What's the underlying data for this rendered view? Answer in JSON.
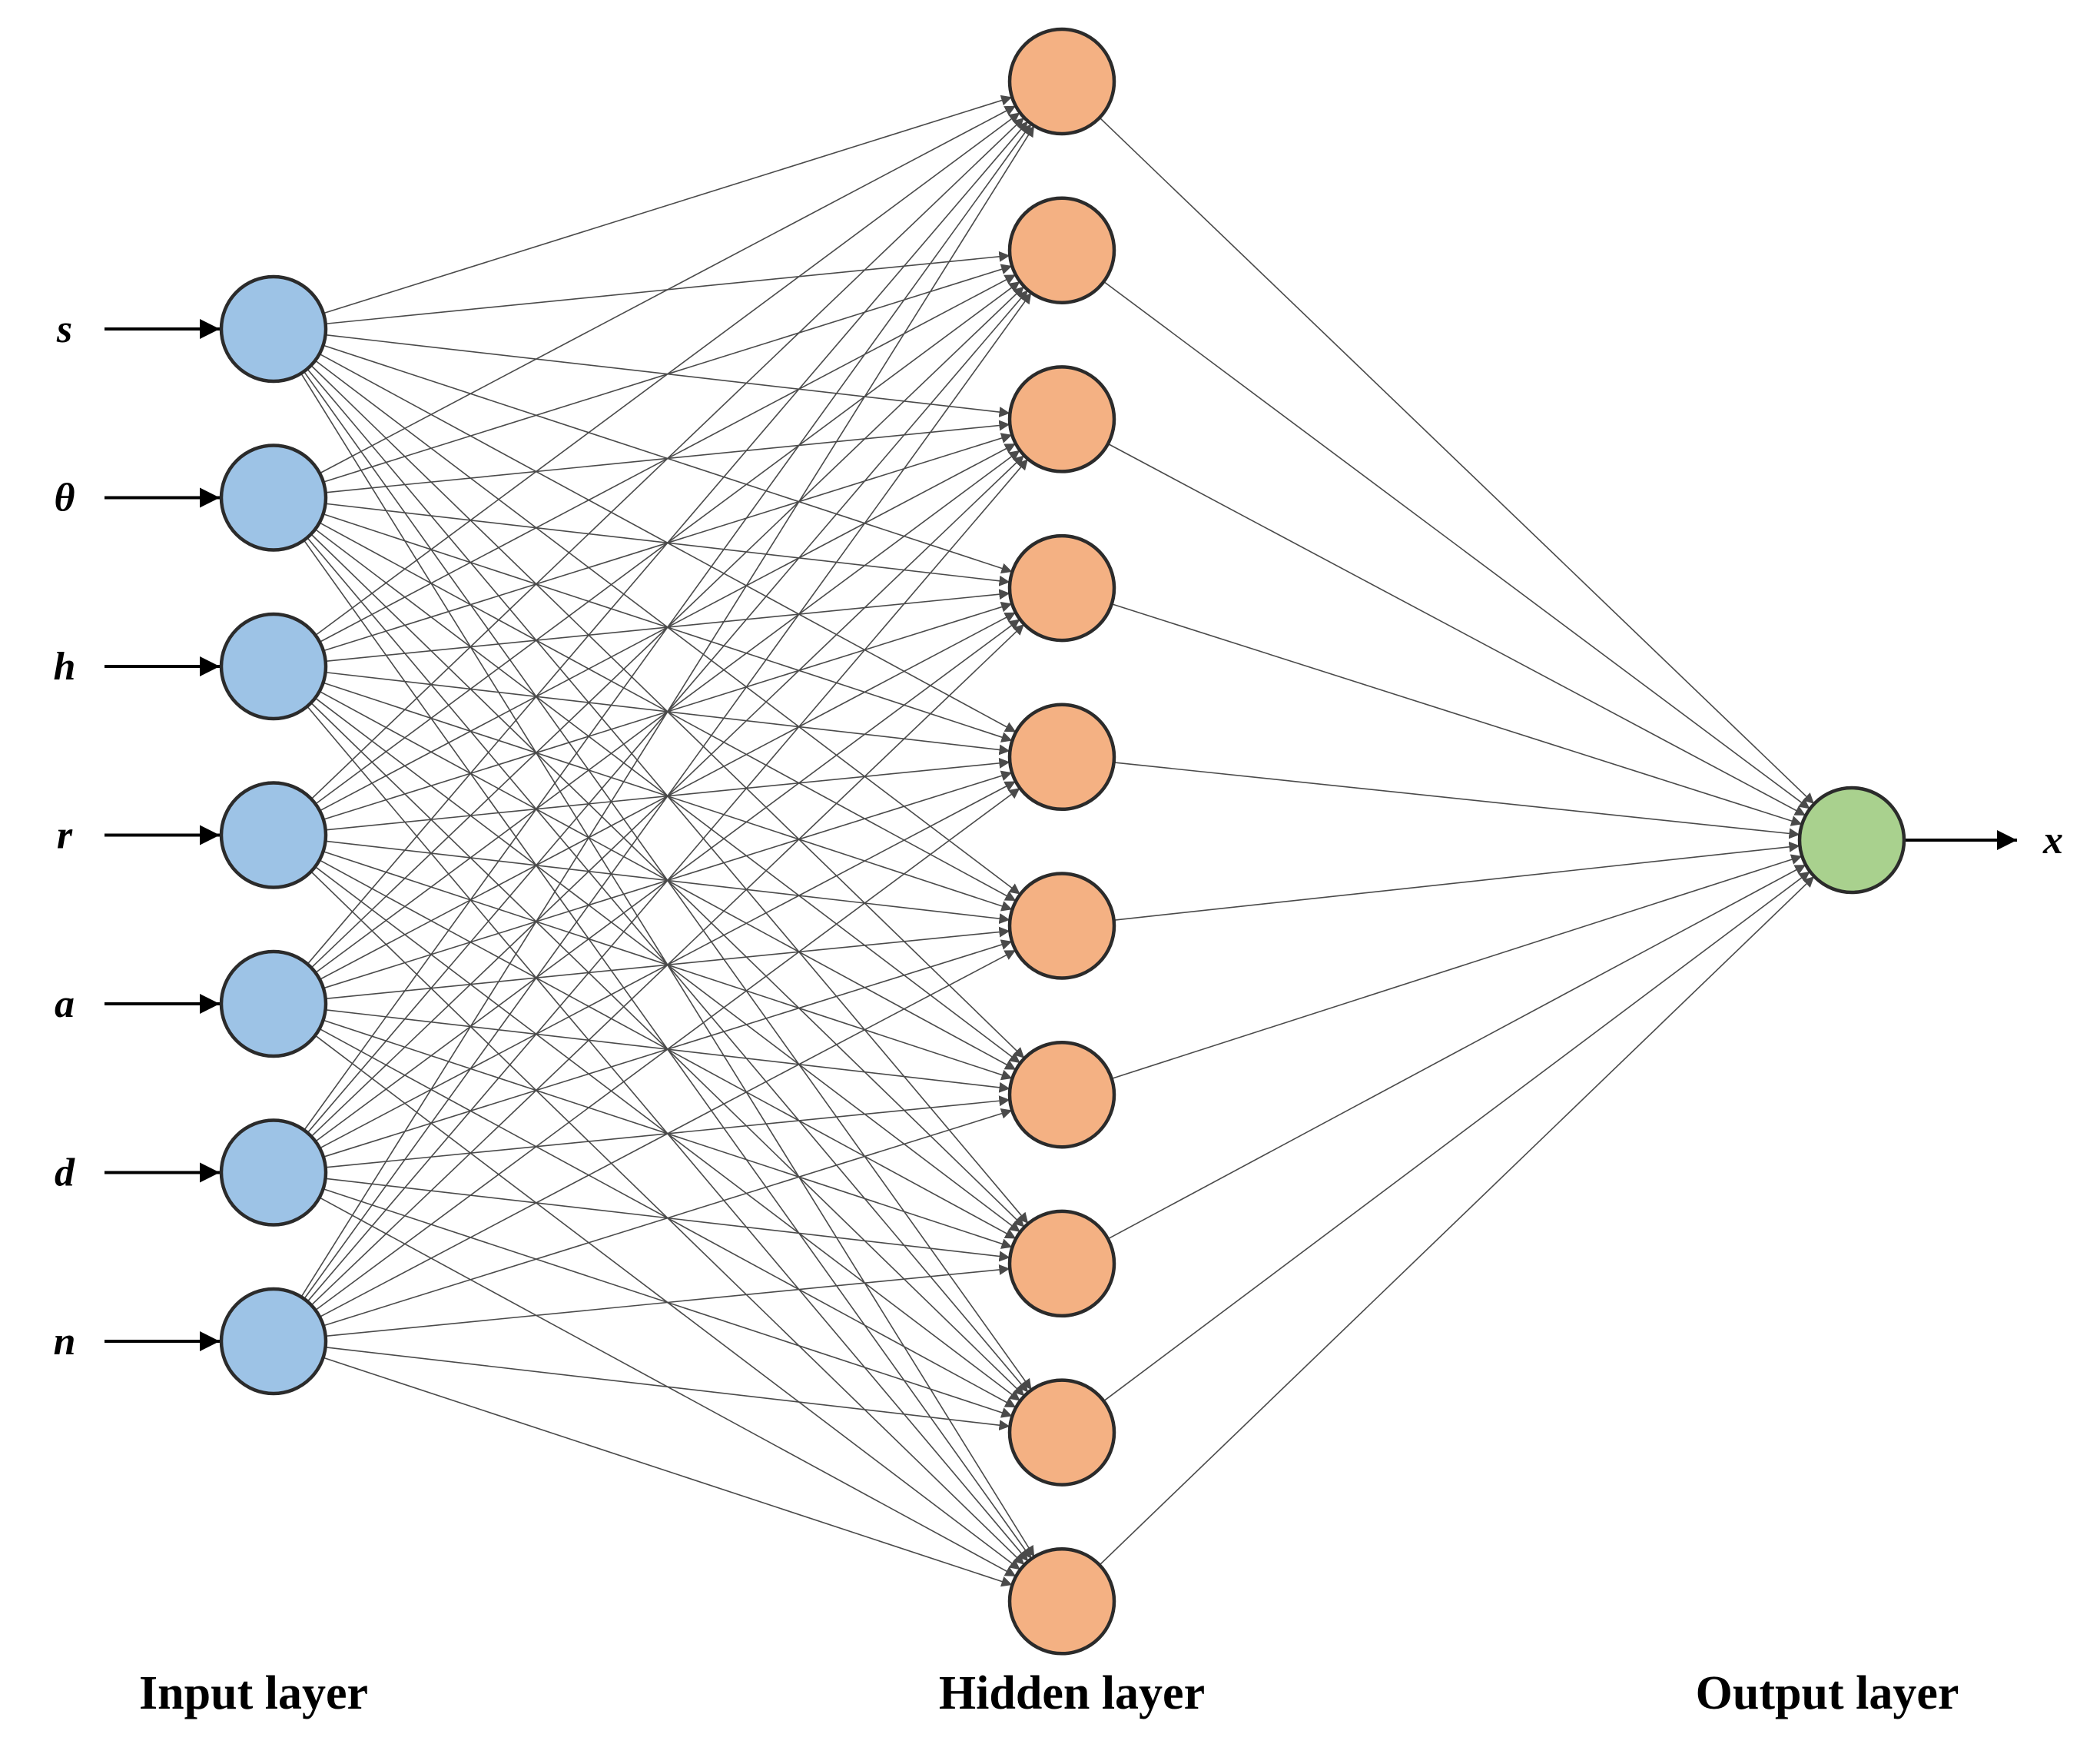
{
  "colors": {
    "input_node": "#9dc3e6",
    "hidden_node": "#f4b183",
    "output_node": "#a9d18e",
    "edge": "#4a4a4a",
    "node_border": "#2b2b2b"
  },
  "inputs": [
    "s",
    "θ",
    "h",
    "r",
    "a",
    "d",
    "n"
  ],
  "hidden_count": 10,
  "output": "x",
  "labels": {
    "input_layer": "Input layer",
    "hidden_layer": "Hidden layer",
    "output_layer": "Output layer"
  }
}
